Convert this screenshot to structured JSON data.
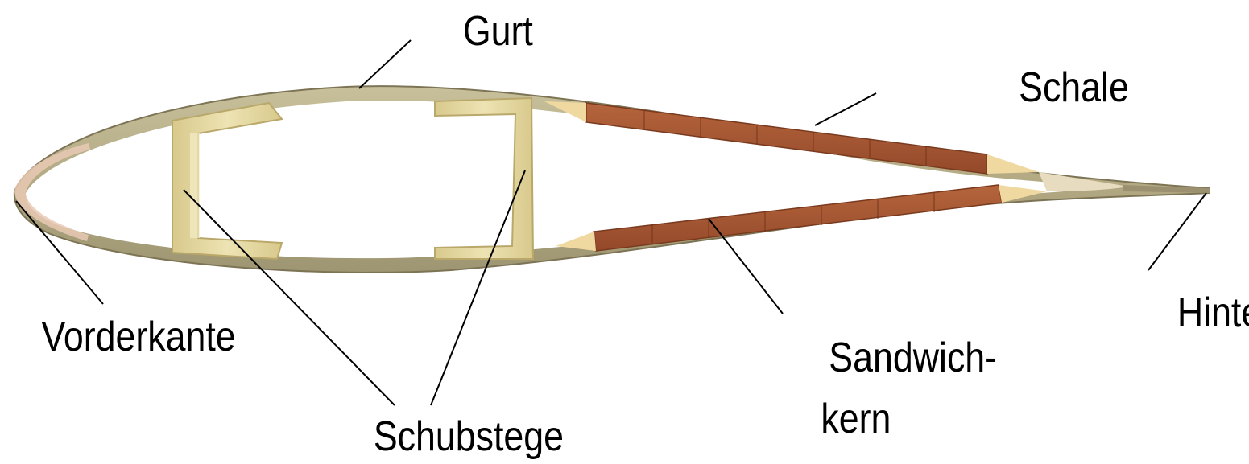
{
  "labels": {
    "gurt": "Gurt",
    "schale": "Schale",
    "vorderkante": "Vorderkante",
    "schubstege": "Schubstege",
    "sandwich_line1": "Sandwich-",
    "sandwich_line2": "kern",
    "hinterkante": "Hinterkante"
  },
  "colors": {
    "skin": "#b8b08a",
    "skin_dark": "#8f8663",
    "spar_web": "#e6dba4",
    "spar_web_edge": "#c9b97a",
    "sandwich_core": "#a85a34",
    "sandwich_core_dark": "#8a4425",
    "filler": "#f0d9a0",
    "leading_edge_tint": "#e9c9b4",
    "label_text": "#000000"
  }
}
